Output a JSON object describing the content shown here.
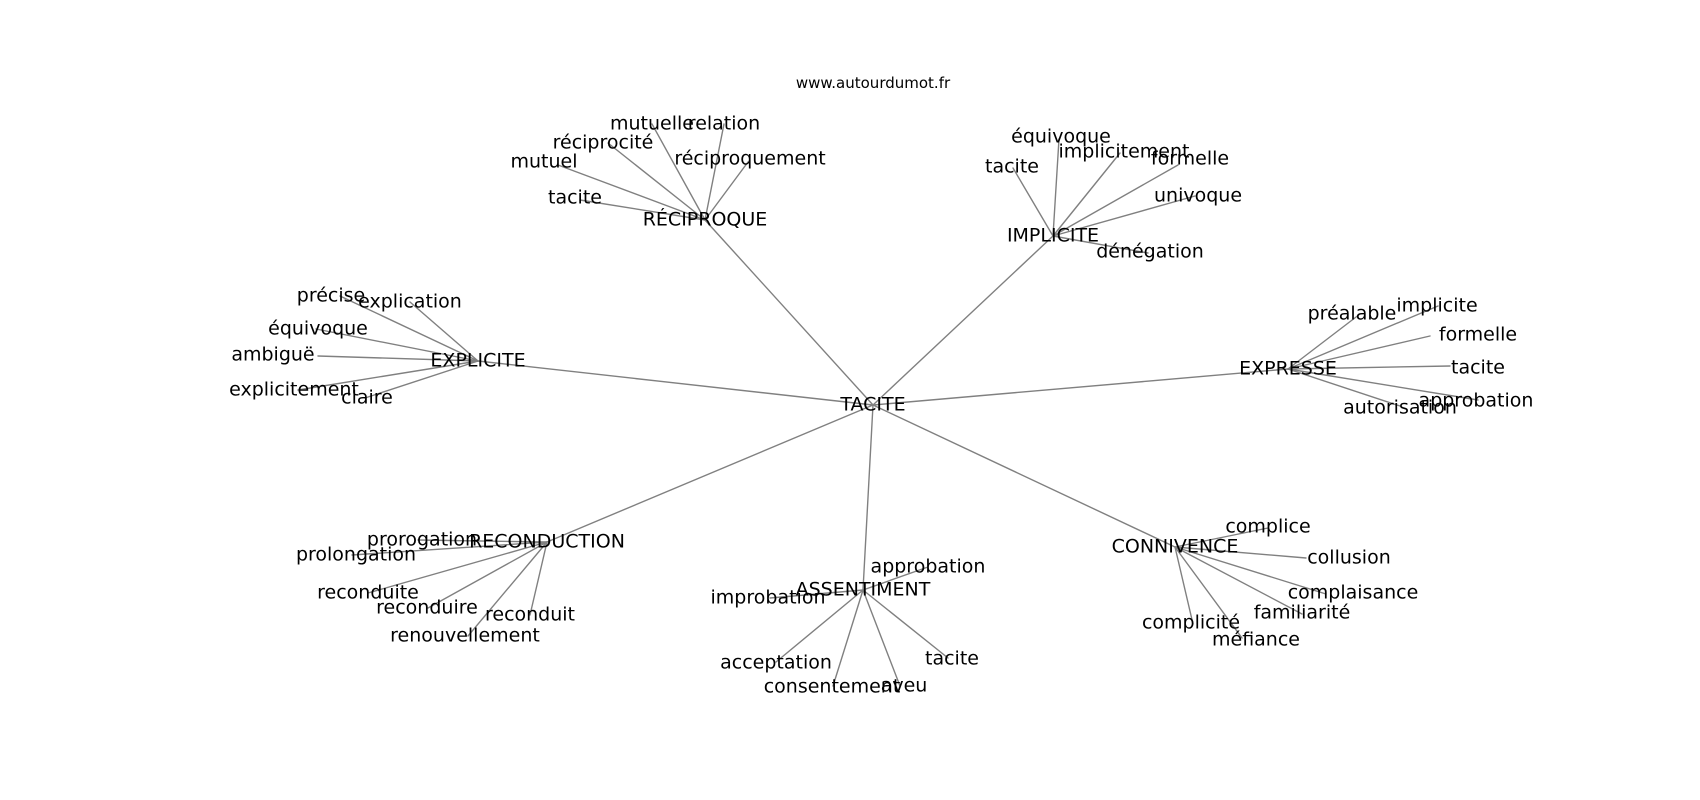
{
  "source": "www.autourdumot.fr",
  "colors": {
    "edge": "#808080",
    "text": "#000000",
    "background": "#ffffff"
  },
  "graph": {
    "root": "TACITE",
    "branches": [
      {
        "label": "RÉCIPROQUE",
        "leaves": [
          "mutuelle",
          "relation",
          "réciprocité",
          "mutuel",
          "réciproquement",
          "tacite"
        ]
      },
      {
        "label": "IMPLICITE",
        "leaves": [
          "équivoque",
          "implicitement",
          "formelle",
          "tacite",
          "univoque",
          "dénégation"
        ]
      },
      {
        "label": "EXPLICITE",
        "leaves": [
          "précise",
          "explication",
          "équivoque",
          "ambiguë",
          "explicitement",
          "claire"
        ]
      },
      {
        "label": "EXPRESSE",
        "leaves": [
          "préalable",
          "implicite",
          "formelle",
          "tacite",
          "approbation",
          "autorisation"
        ]
      },
      {
        "label": "RECONDUCTION",
        "leaves": [
          "prorogation",
          "prolongation",
          "reconduite",
          "reconduire",
          "reconduit",
          "renouvellement"
        ]
      },
      {
        "label": "ASSENTIMENT",
        "leaves": [
          "approbation",
          "improbation",
          "acceptation",
          "consentement",
          "aveu",
          "tacite"
        ]
      },
      {
        "label": "CONNIVENCE",
        "leaves": [
          "complice",
          "collusion",
          "complaisance",
          "familiarité",
          "complicité",
          "méfiance"
        ]
      }
    ]
  }
}
